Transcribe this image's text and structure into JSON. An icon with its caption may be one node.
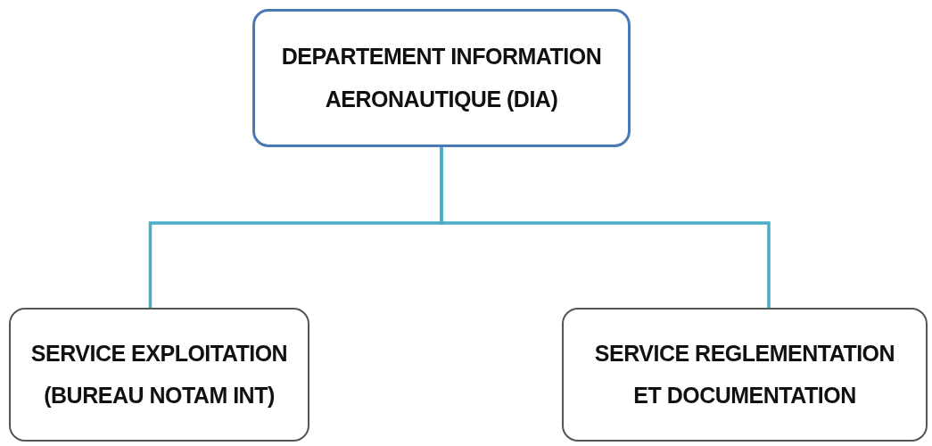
{
  "diagram": {
    "nodes": [
      {
        "text": [
          "DEPARTEMENT INFORMATION AERONAUTIQUE (DIA)"
        ]
      },
      {
        "text": [
          "SERVICE EXPLOITATION (BUREAU NOTAM INT)"
        ]
      },
      {
        "text": [
          "SERVICE REGLEMENTATION ET DOCUMENTATION"
        ]
      }
    ],
    "edges": [
      {
        "from": 0,
        "to": 1,
        "arrow": "none"
      },
      {
        "from": 0,
        "to": 2,
        "arrow": "none"
      }
    ]
  }
}
